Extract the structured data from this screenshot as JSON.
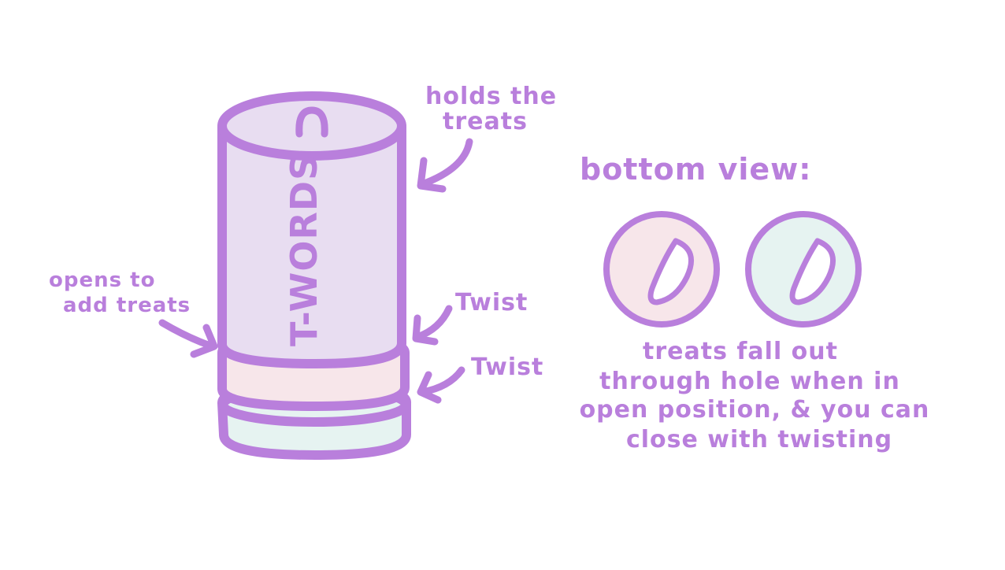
{
  "colors": {
    "outline": "#b97fdc",
    "body_fill": "#e8ddf1",
    "pink_ring": "#f7e6ea",
    "mint_ring": "#e6f3f1",
    "text": "#b97fdc"
  },
  "device": {
    "brand_text": "T-WORDS"
  },
  "labels": {
    "holds_line1": "holds the",
    "holds_line2": "treats",
    "opens_line1": "opens to",
    "opens_line2": "add treats",
    "twist_upper": "Twist",
    "twist_lower": "Twist"
  },
  "bottom_view": {
    "title": "bottom view:",
    "caption_line1": "treats fall out",
    "caption_line2": "through hole when in",
    "caption_line3": "open position, & you can",
    "caption_line4": "close with twisting"
  }
}
